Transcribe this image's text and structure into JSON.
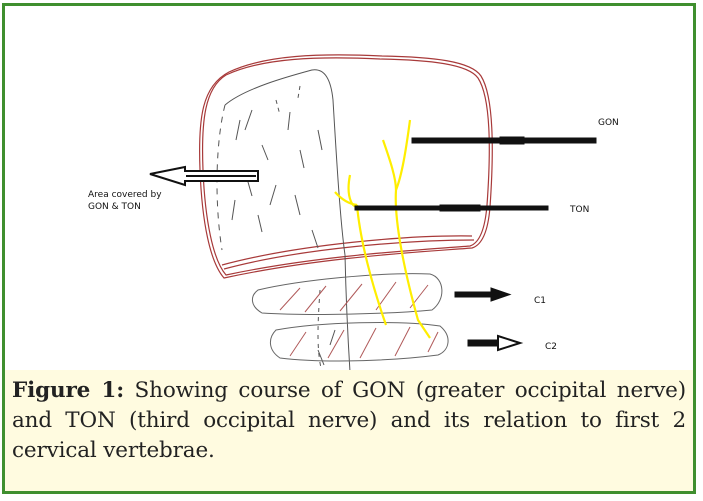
{
  "diagram": {
    "labels": {
      "gon": "GON",
      "ton": "TON",
      "c1": "C1",
      "c2": "C2",
      "area_line1": "Area covered by",
      "area_line2": "GON & TON"
    }
  },
  "caption": {
    "label": "Figure 1:",
    "text": " Showing course of GON (greater occipital nerve) and TON (third occipital nerve) and its relation to first 2 cervical vertebrae."
  },
  "colors": {
    "frame": "#3f8f2f",
    "caption_bg": "#fffbe0",
    "skull_outline": "#a83a3a",
    "nerve": "#ffee00",
    "arrow": "#111111"
  }
}
